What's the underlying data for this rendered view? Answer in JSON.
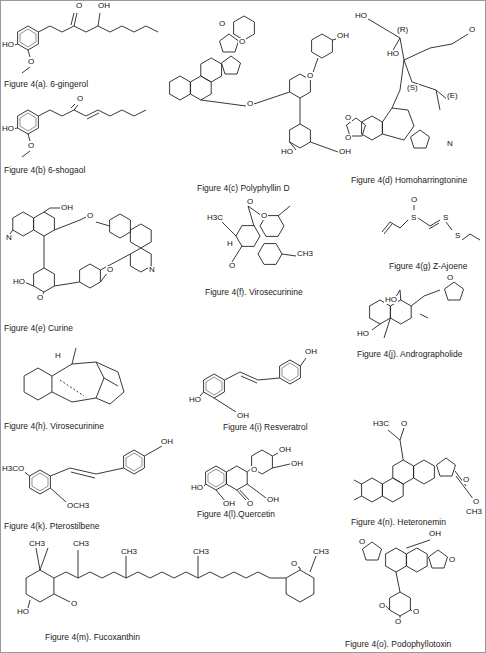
{
  "diagram": {
    "labels": [
      "Figure 4(a). 6-gingerol",
      "Figure 4(b) 6-shogaol",
      "Figure 4(c) Polyphyllin D",
      "Figure 4(d) Homoharringtonine",
      "Figure 4(e) Curine",
      "Figure 4(f). Virosecurinine",
      "Figure 4(g) Z-Ajoene",
      "Figure 4(h). Virosecurinine",
      "Figure 4(i) Resveratrol",
      "Figure 4(j). Andrographolide",
      "Figure 4(k). Pterostilbene",
      "Figure 4(l).Quercetin",
      "Figure 4(n). Heteronemin",
      "Figure 4(m). Fucoxanthin",
      "Figure 4(o). Podophyllotoxin",
      "O",
      "OH",
      "HO",
      "O",
      "O",
      "HO",
      "O",
      "O",
      "O",
      "O",
      "O",
      "OH",
      "HO",
      "OH",
      "HO",
      "HO",
      "O",
      "(R)",
      "(S)",
      "(E)",
      "N",
      "O",
      "O",
      "N",
      "OH",
      "O",
      "HO",
      "O",
      "N",
      "O",
      "H3C",
      "O",
      "O",
      "H",
      "O",
      "CH3",
      "S",
      "O",
      "S",
      "S",
      "H",
      "HO",
      "OH",
      "OH",
      "O",
      "HO",
      "HO",
      "H3CO",
      "OCH3",
      "OH",
      "HO",
      "OH",
      "OH",
      "O",
      "OH",
      "OH",
      "O",
      "H3C",
      "O",
      "O",
      "O",
      "CH3",
      "CH3",
      "CH3",
      "CH3",
      "CH3",
      "HO",
      "O",
      "O",
      "CH3",
      "OH",
      "O",
      "O",
      "O",
      "O",
      "O"
    ]
  }
}
